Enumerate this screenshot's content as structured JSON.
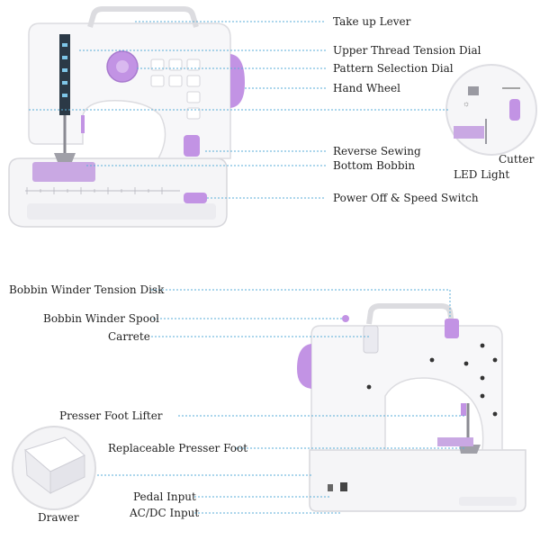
{
  "colors": {
    "accent": "#b78bd6",
    "line": "#5aaed8",
    "body": "#f4f4f6",
    "outline": "#d9d9de"
  },
  "top_labels": {
    "take_up_lever": "Take up Lever",
    "upper_thread_tension_dial": "Upper Thread Tension Dial",
    "pattern_selection_dial": "Pattern Selection Dial",
    "hand_wheel": "Hand Wheel",
    "reverse_sewing": "Reverse Sewing",
    "bottom_bobbin": "Bottom Bobbin",
    "power_off_speed_switch": "Power Off & Speed Switch",
    "led_light": "LED Light",
    "cutter": "Cutter"
  },
  "bottom_labels": {
    "bobbin_winder_tension_disk": "Bobbin Winder Tension Disk",
    "bobbin_winder_spool": "Bobbin Winder Spool",
    "carrete": "Carrete",
    "presser_foot_lifter": "Presser Foot Lifter",
    "replaceable_presser_foot": "Replaceable Presser Foot",
    "drawer": "Drawer",
    "pedal_input": "Pedal Input",
    "ac_dc_input": "AC/DC Input"
  }
}
